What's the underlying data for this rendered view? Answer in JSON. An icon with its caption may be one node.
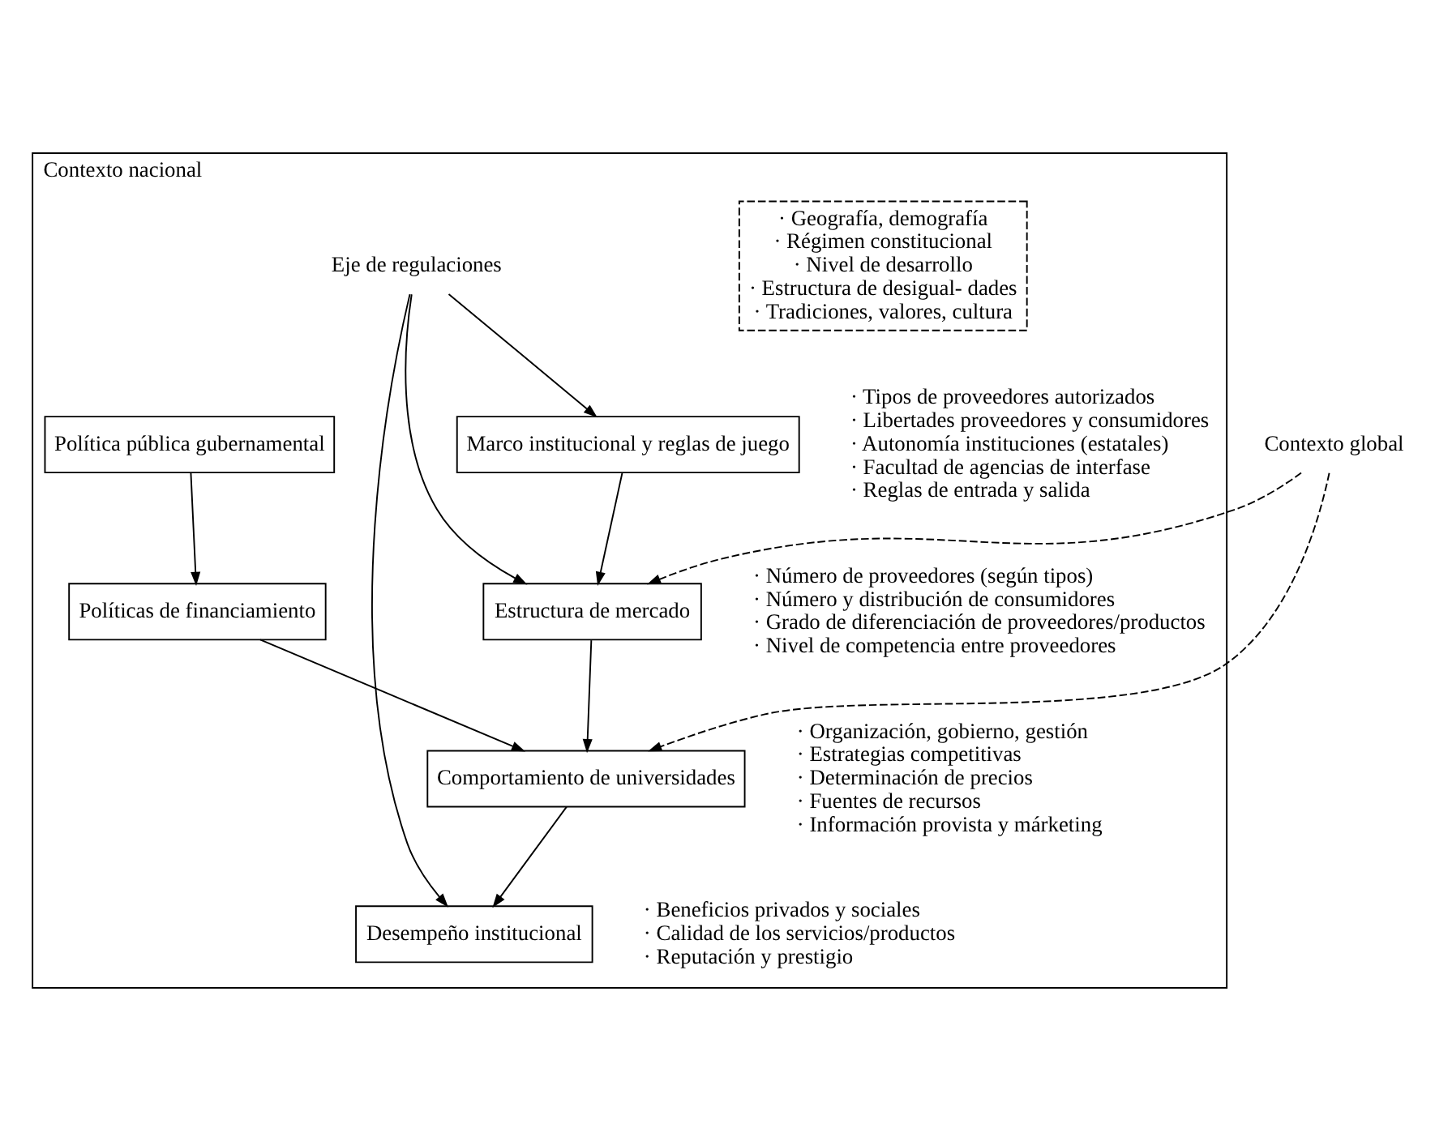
{
  "diagram": {
    "nodes": [
      {
        "text": [
          "Contexto nacional"
        ]
      },
      {
        "text": [
          "· Geografía, demografía",
          "· Régimen constitucional",
          "· Nivel de desarrollo",
          "· Estructura de desigual- dades",
          "· Tradiciones, valores, cultura"
        ],
        "in": 0
      },
      {
        "text": [
          "Marco institucional y reglas de juego"
        ],
        "in": 0,
        "beside": [
          "· Tipos de proveedores autorizados",
          "· Libertades proveedores y consumidores",
          "· Autonomía instituciones (estatales)",
          "· Facultad de agencias de interfase",
          "· Reglas de entrada y salida"
        ]
      },
      {
        "text": [
          "Estructura de mercado"
        ],
        "in": 0,
        "beside": [
          "· Número de proveedores (según tipos)",
          "· Número y distribución de consumidores",
          "· Grado de diferenciación de proveedores/productos",
          "· Nivel de competencia entre proveedores"
        ]
      },
      {
        "text": [
          "Política pública gubernamental"
        ],
        "in": 0
      },
      {
        "text": [
          "Políticas de financiamiento"
        ],
        "in": 0
      },
      {
        "text": [
          "Comportamiento de universidades"
        ],
        "in": 0,
        "beside": [
          "· Organización, gobierno, gestión",
          "· Estrategias competitivas",
          "· Determinación de precios",
          "· Fuentes de recursos",
          "· Información provista y márketing"
        ]
      },
      {
        "text": [
          "Desempeño institucional"
        ],
        "in": 0,
        "beside": [
          "· Beneficios privados y sociales",
          "· Calidad de los servicios/productos",
          "· Reputación y prestigio"
        ]
      },
      {
        "text": [
          "Eje de regulaciones"
        ],
        "in": 0
      },
      {
        "text": [
          "Contexto global"
        ]
      }
    ],
    "edges": [
      {
        "from": 2,
        "to": 3,
        "arrow": "to"
      },
      {
        "from": 3,
        "to": 6,
        "arrow": "to"
      },
      {
        "from": 6,
        "to": 7,
        "arrow": "to"
      },
      {
        "from": 4,
        "to": 5,
        "arrow": "to"
      },
      {
        "from": 5,
        "to": 6,
        "arrow": "to"
      },
      {
        "from": 8,
        "to": 2,
        "arrow": "to"
      },
      {
        "from": 8,
        "to": 3,
        "arrow": "to"
      },
      {
        "from": 8,
        "to": 7,
        "arrow": "to"
      },
      {
        "from": 9,
        "to": 3,
        "arrow": "to",
        "style": "dashed"
      },
      {
        "from": 9,
        "to": 6,
        "arrow": "to",
        "style": "dashed"
      }
    ]
  }
}
